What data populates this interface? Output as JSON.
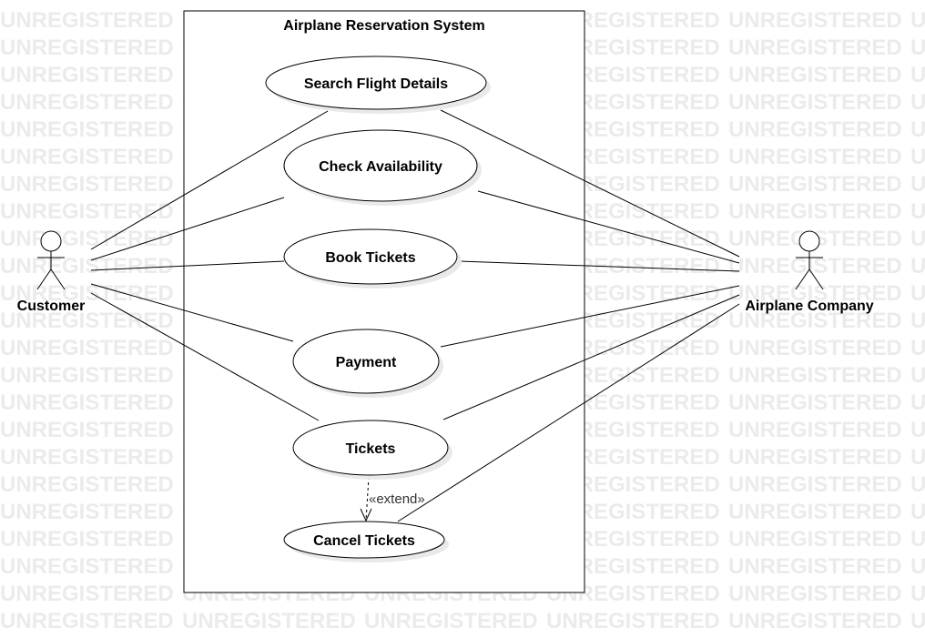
{
  "watermark": "UNREGISTERED",
  "system": {
    "title": "Airplane Reservation System"
  },
  "actors": [
    {
      "id": "customer",
      "label": "Customer"
    },
    {
      "id": "company",
      "label": "Airplane Company"
    }
  ],
  "use_cases": [
    {
      "id": "search",
      "label": "Search Flight Details"
    },
    {
      "id": "check",
      "label": "Check Availability"
    },
    {
      "id": "book",
      "label": "Book Tickets"
    },
    {
      "id": "payment",
      "label": "Payment"
    },
    {
      "id": "tickets",
      "label": "Tickets"
    },
    {
      "id": "cancel",
      "label": "Cancel Tickets"
    }
  ],
  "associations": [
    {
      "actor": "customer",
      "use_case": "search"
    },
    {
      "actor": "customer",
      "use_case": "check"
    },
    {
      "actor": "customer",
      "use_case": "book"
    },
    {
      "actor": "customer",
      "use_case": "payment"
    },
    {
      "actor": "customer",
      "use_case": "tickets"
    },
    {
      "actor": "company",
      "use_case": "search"
    },
    {
      "actor": "company",
      "use_case": "check"
    },
    {
      "actor": "company",
      "use_case": "book"
    },
    {
      "actor": "company",
      "use_case": "payment"
    },
    {
      "actor": "company",
      "use_case": "tickets"
    },
    {
      "actor": "company",
      "use_case": "cancel"
    }
  ],
  "relations": [
    {
      "from": "tickets",
      "to": "cancel",
      "type": "extend",
      "label": "«extend»"
    }
  ]
}
